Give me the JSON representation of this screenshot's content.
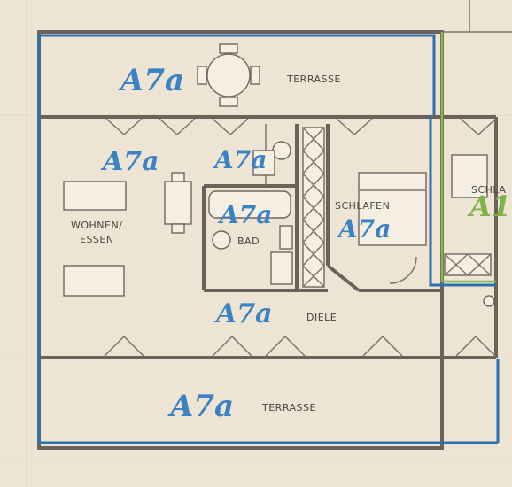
{
  "rooms": {
    "terrace_top": "TERRASSE",
    "living": "WOHNEN/\nESSEN",
    "bath": "BAD",
    "bedroom": "SCHLAFEN",
    "hall": "DIELE",
    "terrace_bottom": "TERRASSE",
    "neighbor_bedroom": "SCHLA"
  },
  "markings": {
    "apartment_code": "A7a",
    "neighbor_code": "A1"
  },
  "colors": {
    "paper": "#ede4d3",
    "wall": "#6b635b",
    "apartment_outline": "#2e6fb0",
    "apartment_mark": "#3b82c4",
    "neighbor_outline": "#86b84e"
  }
}
